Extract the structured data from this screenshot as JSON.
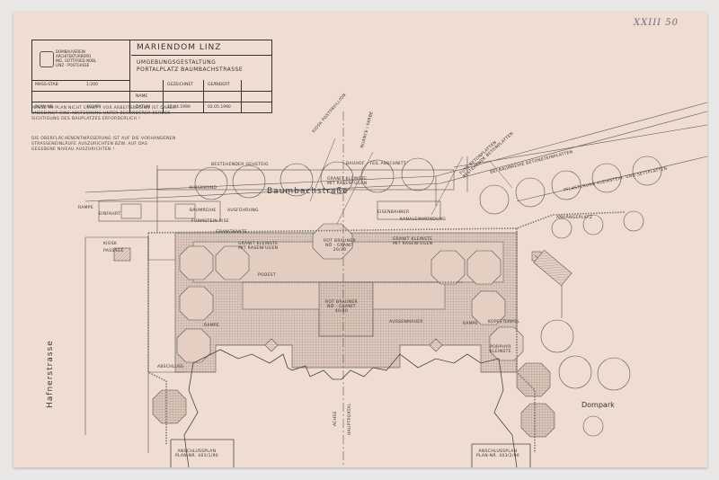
{
  "title_block": {
    "org_lines": [
      "DOMBAUVEREIN",
      "ARCHITEKTURBÜRO",
      "ING. GOTTFRIED NOBL",
      "LINZ - POSTGASSE"
    ],
    "title": "MARIENDOM LINZ",
    "subtitle_1": "UMGEBUNGSGESTALTUNG",
    "subtitle_2": "PORTALPLATZ BAUMBACHSTRASSE",
    "mass_stab_label": "MASS-STAB",
    "mass_stab_value": "1:200",
    "gezeichnet_label": "GEZEICHNET",
    "geandert_label": "GEÄNDERT",
    "name_label": "NAME",
    "plan_nr_label": "PLAN-NR.",
    "plan_nr_value": "403/89",
    "datum_label": "DATUM",
    "datum_value_1": "15.04.1990",
    "datum_value_2": "02.05.1990"
  },
  "notes": {
    "note_1": [
      "MASSE IM PLAN NICHT EXAKT / VOR ARBEITSBEGINN IST DAHER",
      "UNBEDINGT EINE ABSTECKUNG UNTER BESONDERER BERÜCK-",
      "SICHTIGUNG DES BAUPLATZES ERFORDERLICH !"
    ],
    "note_2": [
      "DIE OBERFLÄCHENENTWÄSSERUNG IST AUF DIE VORHANDENEN",
      "STRASSENEINLÄUFE AUSZURICHTEN BZW. AUF DAS",
      "GEGEBENE NIVEAU AUSZURICHTEN !"
    ]
  },
  "handwritten_ref": "XXIII 50",
  "labels": {
    "street_top": "Baumbachstraße",
    "street_left": "Hafnerstrasse",
    "dompark": "Dompark",
    "achse": "ACHSE",
    "hauptportal": "HAUPTPORTAL",
    "granit_1": "GRANIT KLEINSTE",
    "granit_1b": "MIT RASENFUGEN",
    "granit_2": "GRANIT KLEINSTE",
    "granit_2b": "MIT RASENFUGEN",
    "granit_3": "GRANIT KLEINSTE",
    "granit_3b": "MIT RASENFUGEN",
    "rot_1": "ROT BRAUNER",
    "rot_1b": "NÖ - GRANIT",
    "rot_1c": "20/30",
    "rot_2": "ROT BRAUNER",
    "rot_2b": "NÖ - GRANIT",
    "rot_2c": "40/40",
    "kopfstempel": "KOPFSTEMPEL",
    "porphyr": "PORPHYR",
    "porphyr_b": "KLEINSTE",
    "rampe_1": "RAMPE",
    "rampe_2": "RAMPE",
    "podest": "PODEST",
    "eisenbahner": "EISENBAHNER",
    "kiosk": "KIOSK POSTPAVILLION",
    "nuance": "NUANCE / FARBE",
    "kiosk_wand": "KIOSKWAND",
    "bestehend": "BESTEHENDER GEHSTEIG",
    "baumreihe": "BAUMREIHE",
    "pflaster_kopf": "FORMSTEIN RISE",
    "gehsteig_ecke": "EINFAHRT",
    "rampe_top": "RAMPE",
    "anschluss_1": "ANSCHLUSSPLAN",
    "anschluss_1b": "PLAN-NR. 403/1/90",
    "anschluss_2": "ANSCHLUSSPLAN",
    "anschluss_2b": "PLAN-NR. 403/2/90",
    "bestand_beton": "FUSS BETONPLATTEN",
    "bestand_beton_b": "BESTEHENDE BETONPLATTEN",
    "gehsteig_right": "BEI BAUMREIHE BETONSTEINPLATTEN",
    "kleinsteinpflaster": "PFLASTERUNG KLEINSTEIN- UND SETTPLATTEN",
    "bahnbaustelle": "BAUHOF - TEIL ABSCHNITT",
    "gr_kante": "GRANITKANTE",
    "kiosk_2": "KIOSK",
    "passage": "PASSAGE",
    "abschluss": "ABSCHLUSS",
    "bus": "ANHÄNGEPLATZ",
    "ulmen": "AUSSENMAUER",
    "vorplatz": "AUSFÜHRUNG",
    "kanal": "KANALEINMÜNDUNG"
  }
}
